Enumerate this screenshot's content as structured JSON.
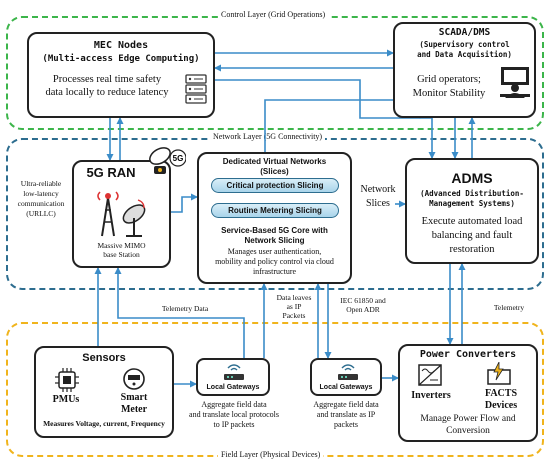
{
  "layers": {
    "control": "Control Layer (Grid Operations)",
    "network": "Network Layer (5G Connectivity)",
    "field": "Field Layer (Physical Devices)"
  },
  "mec": {
    "title": "MEC Nodes",
    "subtitle": "(Multi-access Edge Computing)",
    "desc_line1": "Processes real time safety",
    "desc_line2": "data locally to reduce latency",
    "icon": "server-icon"
  },
  "scada": {
    "title": "SCADA/DMS",
    "subtitle_line1": "(Supervisory control",
    "subtitle_line2": "and Data Acquisition)",
    "desc_line1": "Grid operators;",
    "desc_line2": "Monitor Stability",
    "icon": "operator-icon"
  },
  "ran": {
    "title": "5G RAN",
    "badge": "5G",
    "caption_line1": "Massive MIMO",
    "caption_line2": "base Station",
    "icon": "tower-icon"
  },
  "urllc": {
    "line1": "Ultra-reliable",
    "line2": "low-latency",
    "line3": "communication",
    "line4": "(URLLC)"
  },
  "core": {
    "header_line1": "Dedicated Virtual Networks",
    "header_line2": "(Slices)",
    "slice1": "Critical protection Slicing",
    "slice2": "Routine Metering Slicing",
    "title_line1": "Service-Based 5G Core with",
    "title_line2": "Network Slicing",
    "desc_line1": "Manages user authentication,",
    "desc_line2": "mobility and policy control via cloud",
    "desc_line3": "infrastructure"
  },
  "network_slices": {
    "line1": "Network",
    "line2": "Slices"
  },
  "adms": {
    "title": "ADMS",
    "subtitle_line1": "(Advanced Distribution-",
    "subtitle_line2": "Management Systems)",
    "desc_line1": "Execute automated load",
    "desc_line2": "balancing and fault",
    "desc_line3": "restoration"
  },
  "sensors": {
    "title": "Sensors",
    "pmu": "PMUs",
    "meter_line1": "Smart",
    "meter_line2": "Meter",
    "desc": "Measures Voltage, current, Frequency"
  },
  "gateway1": {
    "label": "Local Gateways",
    "desc_line1": "Aggregate field data",
    "desc_line2": "and translate local protocols",
    "desc_line3": "to IP packets"
  },
  "gateway2": {
    "label": "Local Gateways",
    "desc_line1": "Aggregate field data",
    "desc_line2": "and translate as IP",
    "desc_line3": "packets"
  },
  "power": {
    "title": "Power Converters",
    "inverters": "Inverters",
    "facts_line1": "FACTS",
    "facts_line2": "Devices",
    "desc_line1": "Manage Power Flow and",
    "desc_line2": "Conversion"
  },
  "labels": {
    "telemetry_left": "Telemetry Data",
    "data_leaves_line1": "Data leaves",
    "data_leaves_line2": "as IP",
    "data_leaves_line3": "Packets",
    "iec_line1": "IEC 61850 and",
    "iec_line2": "Open ADR",
    "telemetry_right": "Telemetry"
  },
  "colors": {
    "control": "#3cb54a",
    "network": "#2d6d8f",
    "field": "#f0b41c",
    "arrow": "#3a8cc8"
  }
}
